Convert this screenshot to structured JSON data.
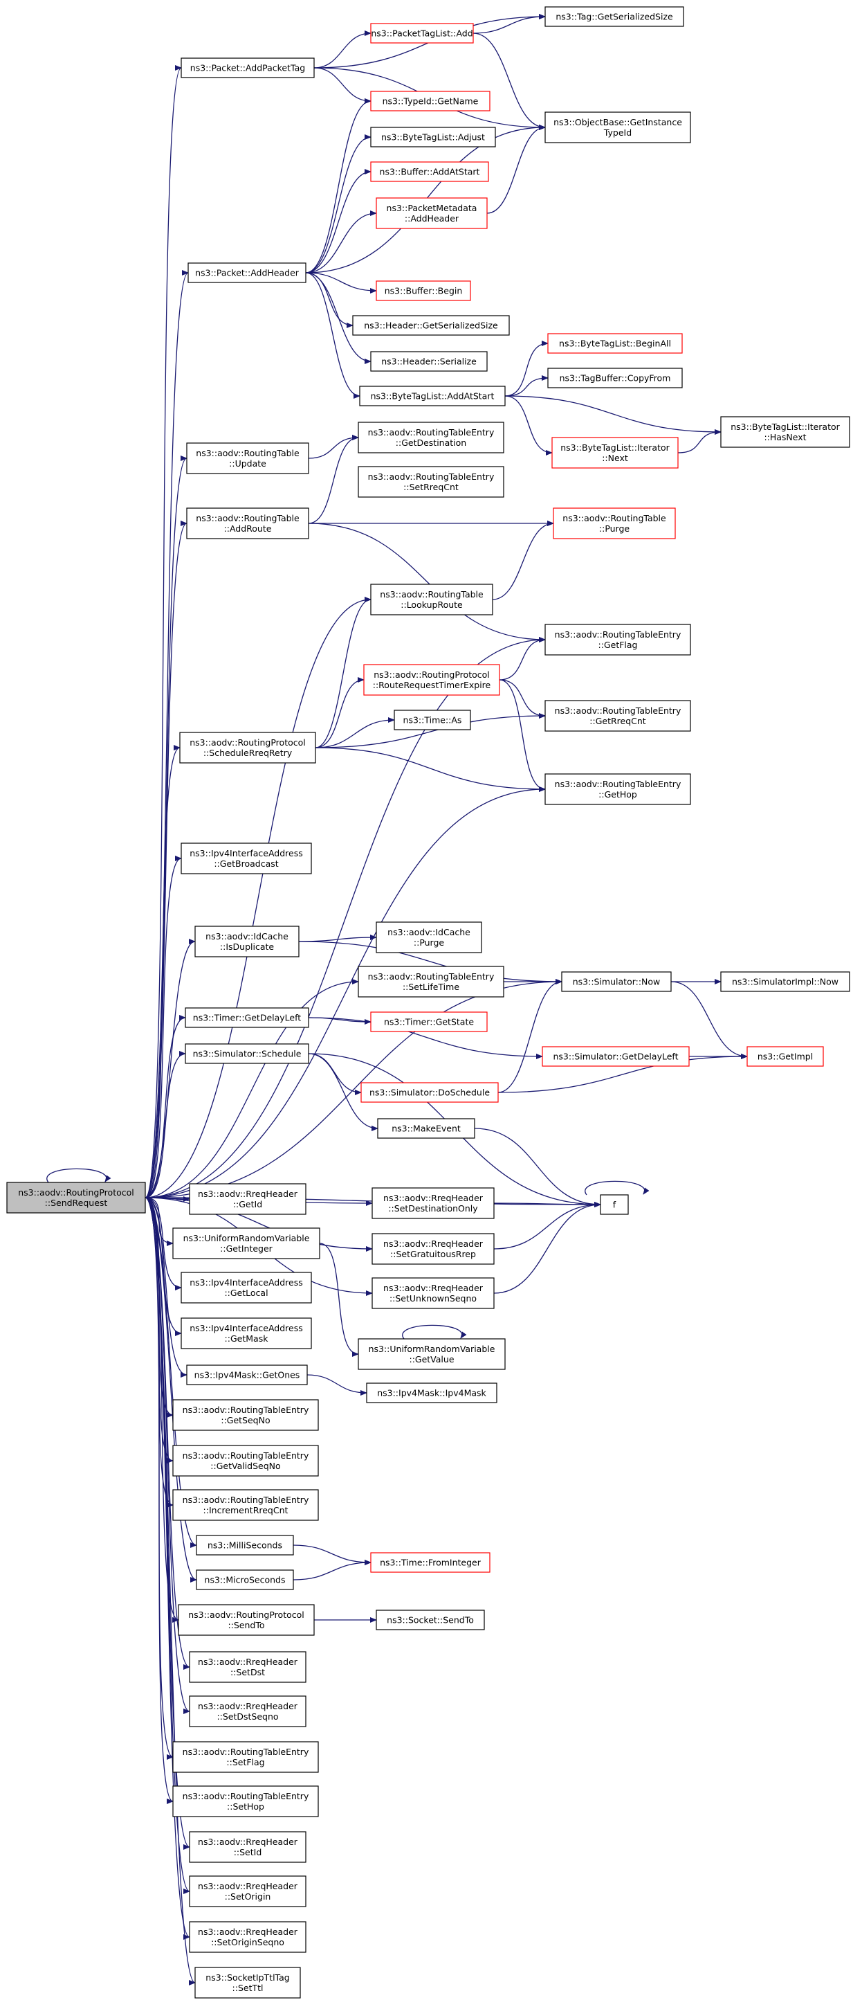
{
  "colors": {
    "edge": "#191970",
    "normal_border": "#000000",
    "truncated_border": "#ff0000",
    "root_fill": "#bfbfbf"
  },
  "nodes": [
    {
      "id": "root",
      "lines": [
        "ns3::aodv::RoutingProtocol",
        "::SendRequest"
      ],
      "style": "root"
    },
    {
      "id": "addPacketTag",
      "lines": [
        "ns3::Packet::AddPacketTag"
      ],
      "style": "normal"
    },
    {
      "id": "packetTagListAdd",
      "lines": [
        "ns3::PacketTagList::Add"
      ],
      "style": "truncated"
    },
    {
      "id": "tagGetSerializedSize",
      "lines": [
        "ns3::Tag::GetSerializedSize"
      ],
      "style": "normal"
    },
    {
      "id": "objectBaseGetInstanceTypeId",
      "lines": [
        "ns3::ObjectBase::GetInstance",
        "TypeId"
      ],
      "style": "normal"
    },
    {
      "id": "typeIdGetName",
      "lines": [
        "ns3::TypeId::GetName"
      ],
      "style": "truncated"
    },
    {
      "id": "byteTagListAdjust",
      "lines": [
        "ns3::ByteTagList::Adjust"
      ],
      "style": "normal"
    },
    {
      "id": "bufferAddAtStart",
      "lines": [
        "ns3::Buffer::AddAtStart"
      ],
      "style": "truncated"
    },
    {
      "id": "packetMetadataAddHeader",
      "lines": [
        "ns3::PacketMetadata",
        "::AddHeader"
      ],
      "style": "truncated"
    },
    {
      "id": "packetAddHeader",
      "lines": [
        "ns3::Packet::AddHeader"
      ],
      "style": "normal"
    },
    {
      "id": "bufferBegin",
      "lines": [
        "ns3::Buffer::Begin"
      ],
      "style": "truncated"
    },
    {
      "id": "headerGetSerializedSize",
      "lines": [
        "ns3::Header::GetSerializedSize"
      ],
      "style": "normal"
    },
    {
      "id": "headerSerialize",
      "lines": [
        "ns3::Header::Serialize"
      ],
      "style": "normal"
    },
    {
      "id": "byteTagListAddAtStart",
      "lines": [
        "ns3::ByteTagList::AddAtStart"
      ],
      "style": "normal"
    },
    {
      "id": "byteTagListBeginAll",
      "lines": [
        "ns3::ByteTagList::BeginAll"
      ],
      "style": "truncated"
    },
    {
      "id": "tagBufferCopyFrom",
      "lines": [
        "ns3::TagBuffer::CopyFrom"
      ],
      "style": "normal"
    },
    {
      "id": "iteratorHasNext",
      "lines": [
        "ns3::ByteTagList::Iterator",
        "::HasNext"
      ],
      "style": "normal"
    },
    {
      "id": "iteratorNext",
      "lines": [
        "ns3::ByteTagList::Iterator",
        "::Next"
      ],
      "style": "truncated"
    },
    {
      "id": "routingTableUpdate",
      "lines": [
        "ns3::aodv::RoutingTable",
        "::Update"
      ],
      "style": "normal"
    },
    {
      "id": "rteGetDestination",
      "lines": [
        "ns3::aodv::RoutingTableEntry",
        "::GetDestination"
      ],
      "style": "normal"
    },
    {
      "id": "rteSetRreqCnt",
      "lines": [
        "ns3::aodv::RoutingTableEntry",
        "::SetRreqCnt"
      ],
      "style": "normal"
    },
    {
      "id": "routingTableAddRoute",
      "lines": [
        "ns3::aodv::RoutingTable",
        "::AddRoute"
      ],
      "style": "normal"
    },
    {
      "id": "routingTablePurge",
      "lines": [
        "ns3::aodv::RoutingTable",
        "::Purge"
      ],
      "style": "truncated"
    },
    {
      "id": "routingTableLookupRoute",
      "lines": [
        "ns3::aodv::RoutingTable",
        "::LookupRoute"
      ],
      "style": "normal"
    },
    {
      "id": "rteGetFlag",
      "lines": [
        "ns3::aodv::RoutingTableEntry",
        "::GetFlag"
      ],
      "style": "normal"
    },
    {
      "id": "rpRouteRequestTimerExpire",
      "lines": [
        "ns3::aodv::RoutingProtocol",
        "::RouteRequestTimerExpire"
      ],
      "style": "truncated"
    },
    {
      "id": "rteGetRreqCnt",
      "lines": [
        "ns3::aodv::RoutingTableEntry",
        "::GetRreqCnt"
      ],
      "style": "normal"
    },
    {
      "id": "timeAs",
      "lines": [
        "ns3::Time::As"
      ],
      "style": "normal"
    },
    {
      "id": "rpScheduleRreqRetry",
      "lines": [
        "ns3::aodv::RoutingProtocol",
        "::ScheduleRreqRetry"
      ],
      "style": "normal"
    },
    {
      "id": "rteGetHop",
      "lines": [
        "ns3::aodv::RoutingTableEntry",
        "::GetHop"
      ],
      "style": "normal"
    },
    {
      "id": "ipv4IfaceGetBroadcast",
      "lines": [
        "ns3::Ipv4InterfaceAddress",
        "::GetBroadcast"
      ],
      "style": "normal"
    },
    {
      "id": "idCacheIsDuplicate",
      "lines": [
        "ns3::aodv::IdCache",
        "::IsDuplicate"
      ],
      "style": "normal"
    },
    {
      "id": "idCachePurge",
      "lines": [
        "ns3::aodv::IdCache",
        "::Purge"
      ],
      "style": "normal"
    },
    {
      "id": "rteSetLifeTime",
      "lines": [
        "ns3::aodv::RoutingTableEntry",
        "::SetLifeTime"
      ],
      "style": "normal"
    },
    {
      "id": "simulatorNow",
      "lines": [
        "ns3::Simulator::Now"
      ],
      "style": "normal"
    },
    {
      "id": "simulatorImplNow",
      "lines": [
        "ns3::SimulatorImpl::Now"
      ],
      "style": "normal"
    },
    {
      "id": "timerGetDelayLeft",
      "lines": [
        "ns3::Timer::GetDelayLeft"
      ],
      "style": "normal"
    },
    {
      "id": "timerGetState",
      "lines": [
        "ns3::Timer::GetState"
      ],
      "style": "truncated"
    },
    {
      "id": "simulatorGetDelayLeft",
      "lines": [
        "ns3::Simulator::GetDelayLeft"
      ],
      "style": "truncated"
    },
    {
      "id": "getImpl",
      "lines": [
        "ns3::GetImpl"
      ],
      "style": "truncated"
    },
    {
      "id": "simulatorSchedule",
      "lines": [
        "ns3::Simulator::Schedule"
      ],
      "style": "normal"
    },
    {
      "id": "simulatorDoSchedule",
      "lines": [
        "ns3::Simulator::DoSchedule"
      ],
      "style": "truncated"
    },
    {
      "id": "makeEvent",
      "lines": [
        "ns3::MakeEvent"
      ],
      "style": "normal"
    },
    {
      "id": "f",
      "lines": [
        "f"
      ],
      "style": "normal"
    },
    {
      "id": "rreqGetId",
      "lines": [
        "ns3::aodv::RreqHeader",
        "::GetId"
      ],
      "style": "normal"
    },
    {
      "id": "rreqSetDestinationOnly",
      "lines": [
        "ns3::aodv::RreqHeader",
        "::SetDestinationOnly"
      ],
      "style": "normal"
    },
    {
      "id": "urvGetInteger",
      "lines": [
        "ns3::UniformRandomVariable",
        "::GetInteger"
      ],
      "style": "normal"
    },
    {
      "id": "rreqSetGratuitousRrep",
      "lines": [
        "ns3::aodv::RreqHeader",
        "::SetGratuitousRrep"
      ],
      "style": "normal"
    },
    {
      "id": "ipv4IfaceGetLocal",
      "lines": [
        "ns3::Ipv4InterfaceAddress",
        "::GetLocal"
      ],
      "style": "normal"
    },
    {
      "id": "rreqSetUnknownSeqno",
      "lines": [
        "ns3::aodv::RreqHeader",
        "::SetUnknownSeqno"
      ],
      "style": "normal"
    },
    {
      "id": "ipv4IfaceGetMask",
      "lines": [
        "ns3::Ipv4InterfaceAddress",
        "::GetMask"
      ],
      "style": "normal"
    },
    {
      "id": "urvGetValue",
      "lines": [
        "ns3::UniformRandomVariable",
        "::GetValue"
      ],
      "style": "normal"
    },
    {
      "id": "ipv4MaskGetOnes",
      "lines": [
        "ns3::Ipv4Mask::GetOnes"
      ],
      "style": "normal"
    },
    {
      "id": "ipv4MaskCtor",
      "lines": [
        "ns3::Ipv4Mask::Ipv4Mask"
      ],
      "style": "normal"
    },
    {
      "id": "rteGetSeqNo",
      "lines": [
        "ns3::aodv::RoutingTableEntry",
        "::GetSeqNo"
      ],
      "style": "normal"
    },
    {
      "id": "rteGetValidSeqNo",
      "lines": [
        "ns3::aodv::RoutingTableEntry",
        "::GetValidSeqNo"
      ],
      "style": "normal"
    },
    {
      "id": "rteIncrementRreqCnt",
      "lines": [
        "ns3::aodv::RoutingTableEntry",
        "::IncrementRreqCnt"
      ],
      "style": "normal"
    },
    {
      "id": "milliSeconds",
      "lines": [
        "ns3::MilliSeconds"
      ],
      "style": "normal"
    },
    {
      "id": "timeFromInteger",
      "lines": [
        "ns3::Time::FromInteger"
      ],
      "style": "truncated"
    },
    {
      "id": "microSeconds",
      "lines": [
        "ns3::MicroSeconds"
      ],
      "style": "normal"
    },
    {
      "id": "rpSendTo",
      "lines": [
        "ns3::aodv::RoutingProtocol",
        "::SendTo"
      ],
      "style": "normal"
    },
    {
      "id": "socketSendTo",
      "lines": [
        "ns3::Socket::SendTo"
      ],
      "style": "normal"
    },
    {
      "id": "rreqSetDst",
      "lines": [
        "ns3::aodv::RreqHeader",
        "::SetDst"
      ],
      "style": "normal"
    },
    {
      "id": "rreqSetDstSeqno",
      "lines": [
        "ns3::aodv::RreqHeader",
        "::SetDstSeqno"
      ],
      "style": "normal"
    },
    {
      "id": "rteSetFlag",
      "lines": [
        "ns3::aodv::RoutingTableEntry",
        "::SetFlag"
      ],
      "style": "normal"
    },
    {
      "id": "rteSetHop",
      "lines": [
        "ns3::aodv::RoutingTableEntry",
        "::SetHop"
      ],
      "style": "normal"
    },
    {
      "id": "rreqSetId",
      "lines": [
        "ns3::aodv::RreqHeader",
        "::SetId"
      ],
      "style": "normal"
    },
    {
      "id": "rreqSetOrigin",
      "lines": [
        "ns3::aodv::RreqHeader",
        "::SetOrigin"
      ],
      "style": "normal"
    },
    {
      "id": "rreqSetOriginSeqno",
      "lines": [
        "ns3::aodv::RreqHeader",
        "::SetOriginSeqno"
      ],
      "style": "normal"
    },
    {
      "id": "socketIpTtlTagSetTtl",
      "lines": [
        "ns3::SocketIpTtlTag",
        "::SetTtl"
      ],
      "style": "normal"
    }
  ],
  "edges": [
    [
      "root",
      "root"
    ],
    [
      "root",
      "addPacketTag"
    ],
    [
      "root",
      "packetAddHeader"
    ],
    [
      "root",
      "routingTableUpdate"
    ],
    [
      "root",
      "routingTableAddRoute"
    ],
    [
      "root",
      "routingTableLookupRoute"
    ],
    [
      "root",
      "rteGetFlag"
    ],
    [
      "root",
      "rpScheduleRreqRetry"
    ],
    [
      "root",
      "rteGetHop"
    ],
    [
      "root",
      "ipv4IfaceGetBroadcast"
    ],
    [
      "root",
      "idCacheIsDuplicate"
    ],
    [
      "root",
      "simulatorNow"
    ],
    [
      "root",
      "rteSetLifeTime"
    ],
    [
      "root",
      "timerGetDelayLeft"
    ],
    [
      "root",
      "simulatorSchedule"
    ],
    [
      "root",
      "rreqGetId"
    ],
    [
      "root",
      "urvGetInteger"
    ],
    [
      "root",
      "ipv4IfaceGetLocal"
    ],
    [
      "root",
      "ipv4IfaceGetMask"
    ],
    [
      "root",
      "ipv4MaskGetOnes"
    ],
    [
      "root",
      "rteGetSeqNo"
    ],
    [
      "root",
      "rteGetValidSeqNo"
    ],
    [
      "root",
      "rteIncrementRreqCnt"
    ],
    [
      "root",
      "milliSeconds"
    ],
    [
      "root",
      "microSeconds"
    ],
    [
      "root",
      "rpSendTo"
    ],
    [
      "root",
      "rreqSetDst"
    ],
    [
      "root",
      "rreqSetDstSeqno"
    ],
    [
      "root",
      "rteSetFlag"
    ],
    [
      "root",
      "rteSetHop"
    ],
    [
      "root",
      "rreqSetId"
    ],
    [
      "root",
      "rreqSetOrigin"
    ],
    [
      "root",
      "rreqSetOriginSeqno"
    ],
    [
      "root",
      "socketIpTtlTagSetTtl"
    ],
    [
      "root",
      "rreqSetDestinationOnly"
    ],
    [
      "root",
      "rreqSetGratuitousRrep"
    ],
    [
      "root",
      "rreqSetUnknownSeqno"
    ],
    [
      "root",
      "f"
    ],
    [
      "addPacketTag",
      "packetTagListAdd"
    ],
    [
      "addPacketTag",
      "tagGetSerializedSize"
    ],
    [
      "addPacketTag",
      "objectBaseGetInstanceTypeId"
    ],
    [
      "addPacketTag",
      "typeIdGetName"
    ],
    [
      "packetTagListAdd",
      "tagGetSerializedSize"
    ],
    [
      "packetTagListAdd",
      "objectBaseGetInstanceTypeId"
    ],
    [
      "packetAddHeader",
      "typeIdGetName"
    ],
    [
      "packetAddHeader",
      "byteTagListAdjust"
    ],
    [
      "packetAddHeader",
      "bufferAddAtStart"
    ],
    [
      "packetAddHeader",
      "packetMetadataAddHeader"
    ],
    [
      "packetAddHeader",
      "objectBaseGetInstanceTypeId"
    ],
    [
      "packetAddHeader",
      "bufferBegin"
    ],
    [
      "packetAddHeader",
      "headerGetSerializedSize"
    ],
    [
      "packetAddHeader",
      "headerSerialize"
    ],
    [
      "packetAddHeader",
      "byteTagListAddAtStart"
    ],
    [
      "packetMetadataAddHeader",
      "objectBaseGetInstanceTypeId"
    ],
    [
      "byteTagListAddAtStart",
      "byteTagListBeginAll"
    ],
    [
      "byteTagListAddAtStart",
      "tagBufferCopyFrom"
    ],
    [
      "byteTagListAddAtStart",
      "iteratorHasNext"
    ],
    [
      "byteTagListAddAtStart",
      "iteratorNext"
    ],
    [
      "iteratorNext",
      "iteratorHasNext"
    ],
    [
      "routingTableUpdate",
      "rteGetDestination"
    ],
    [
      "routingTableAddRoute",
      "rteGetDestination"
    ],
    [
      "routingTableAddRoute",
      "routingTablePurge"
    ],
    [
      "routingTableAddRoute",
      "rteGetFlag"
    ],
    [
      "routingTableLookupRoute",
      "routingTablePurge"
    ],
    [
      "rpScheduleRreqRetry",
      "routingTableLookupRoute"
    ],
    [
      "rpScheduleRreqRetry",
      "rpRouteRequestTimerExpire"
    ],
    [
      "rpScheduleRreqRetry",
      "timeAs"
    ],
    [
      "rpScheduleRreqRetry",
      "rteGetRreqCnt"
    ],
    [
      "rpScheduleRreqRetry",
      "rteGetHop"
    ],
    [
      "rpRouteRequestTimerExpire",
      "rteGetFlag"
    ],
    [
      "rpRouteRequestTimerExpire",
      "rteGetRreqCnt"
    ],
    [
      "rpRouteRequestTimerExpire",
      "rteGetHop"
    ],
    [
      "idCacheIsDuplicate",
      "idCachePurge"
    ],
    [
      "idCacheIsDuplicate",
      "simulatorNow"
    ],
    [
      "rteSetLifeTime",
      "simulatorNow"
    ],
    [
      "simulatorNow",
      "simulatorImplNow"
    ],
    [
      "simulatorNow",
      "getImpl"
    ],
    [
      "timerGetDelayLeft",
      "timerGetState"
    ],
    [
      "timerGetDelayLeft",
      "simulatorGetDelayLeft"
    ],
    [
      "simulatorGetDelayLeft",
      "getImpl"
    ],
    [
      "simulatorSchedule",
      "simulatorDoSchedule"
    ],
    [
      "simulatorSchedule",
      "makeEvent"
    ],
    [
      "simulatorSchedule",
      "f"
    ],
    [
      "simulatorDoSchedule",
      "simulatorNow"
    ],
    [
      "simulatorDoSchedule",
      "getImpl"
    ],
    [
      "makeEvent",
      "f"
    ],
    [
      "f",
      "f"
    ],
    [
      "rreqSetDestinationOnly",
      "f"
    ],
    [
      "rreqSetGratuitousRrep",
      "f"
    ],
    [
      "rreqSetUnknownSeqno",
      "f"
    ],
    [
      "urvGetInteger",
      "urvGetValue"
    ],
    [
      "urvGetValue",
      "urvGetValue"
    ],
    [
      "ipv4MaskGetOnes",
      "ipv4MaskCtor"
    ],
    [
      "milliSeconds",
      "timeFromInteger"
    ],
    [
      "microSeconds",
      "timeFromInteger"
    ],
    [
      "rpSendTo",
      "socketSendTo"
    ]
  ]
}
